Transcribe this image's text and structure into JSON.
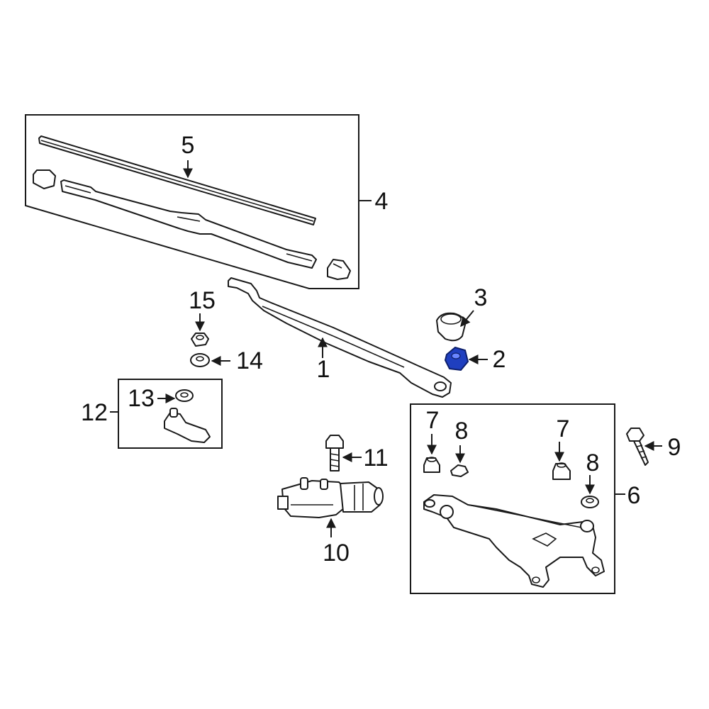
{
  "diagram": {
    "callouts": {
      "c1": "1",
      "c2": "2",
      "c3": "3",
      "c4": "4",
      "c5": "5",
      "c6": "6",
      "c7a": "7",
      "c7b": "7",
      "c8a": "8",
      "c8b": "8",
      "c9": "9",
      "c10": "10",
      "c11": "11",
      "c12": "12",
      "c13": "13",
      "c14": "14",
      "c15": "15"
    },
    "colors": {
      "highlight_part": "#1f3fbf",
      "line": "#1a1a1a",
      "background": "#ffffff"
    }
  }
}
